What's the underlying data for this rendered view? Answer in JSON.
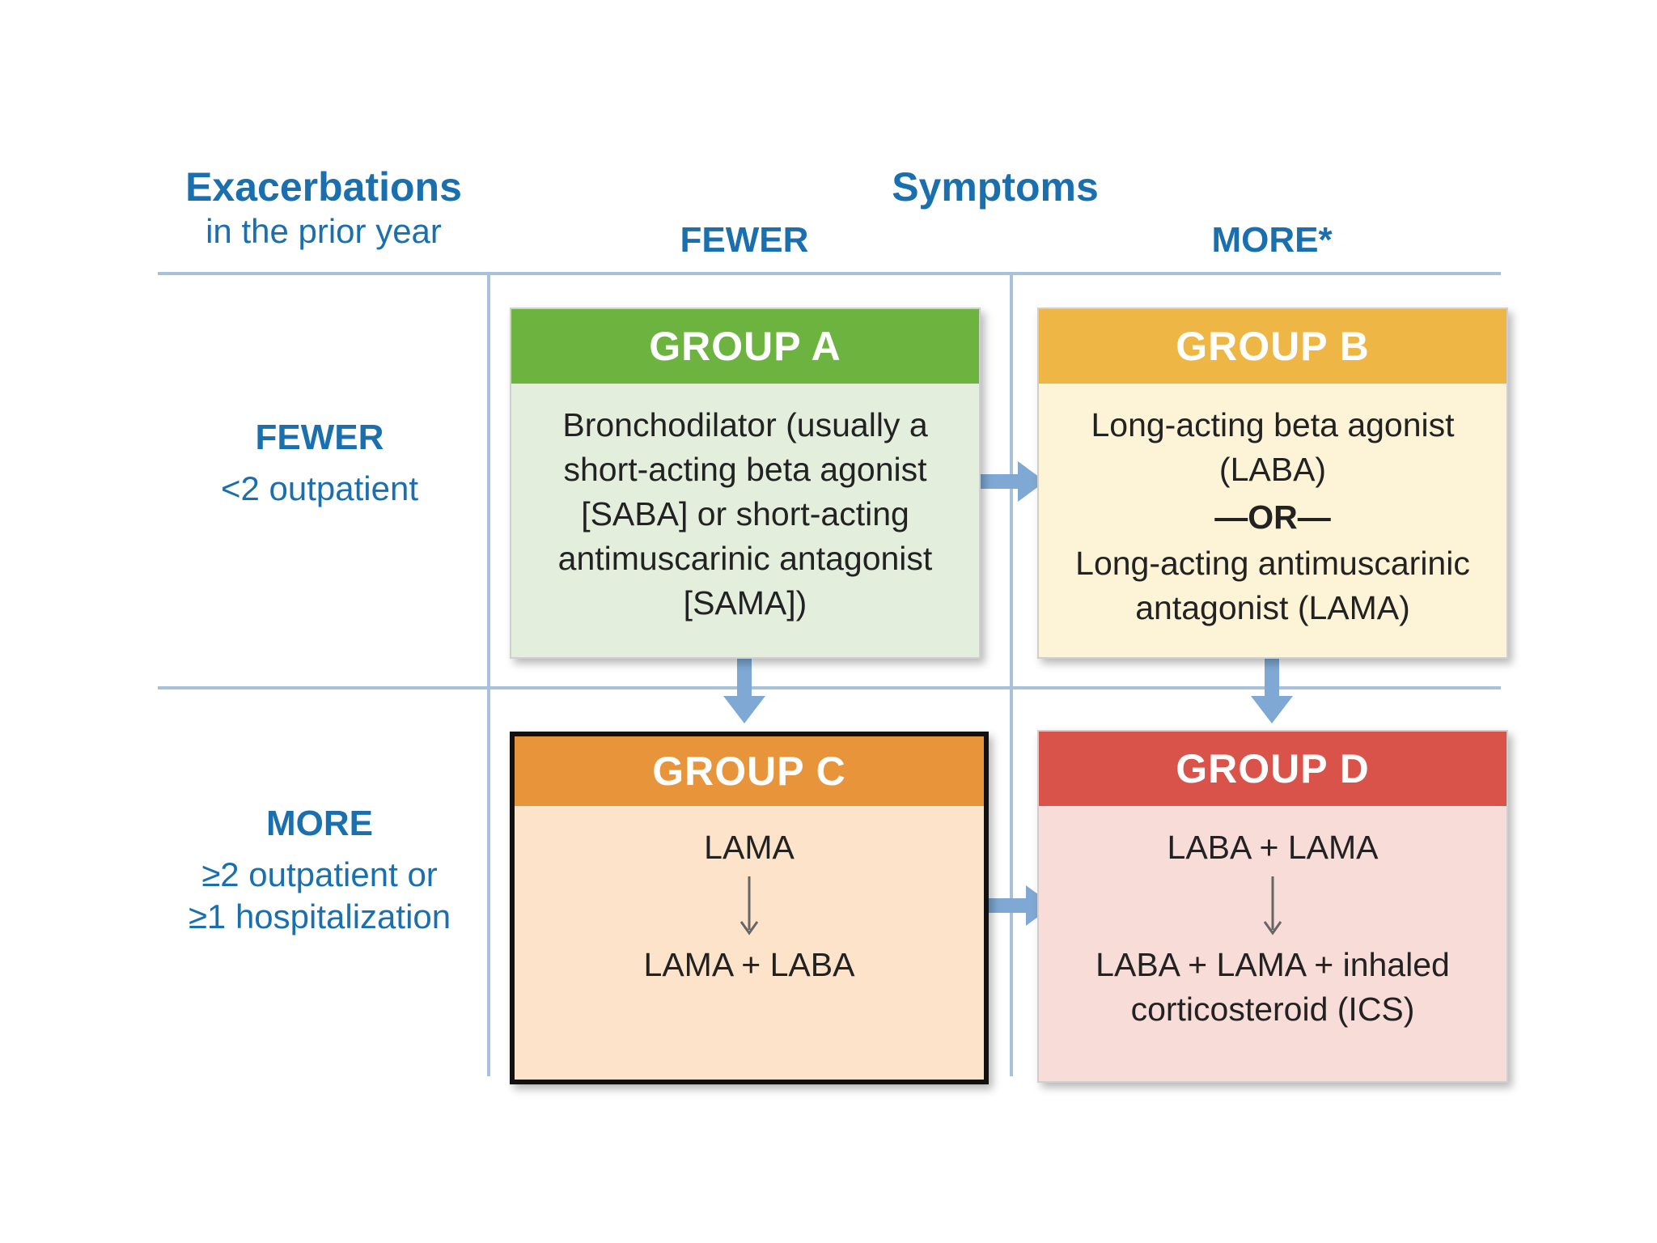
{
  "header": {
    "exacerbations_title": "Exacerbations",
    "exacerbations_sub": "in the prior year",
    "symptoms_title": "Symptoms",
    "col_fewer": "FEWER",
    "col_more": "MORE*"
  },
  "rows": {
    "fewer_label": "FEWER",
    "fewer_sub": "<2 outpatient",
    "more_label": "MORE",
    "more_sub_1": "≥2 outpatient or",
    "more_sub_2": "≥1 hospitalization"
  },
  "groups": {
    "a": {
      "title": "GROUP A",
      "lines": [
        "Bronchodilator (usually a",
        "short-acting beta agonist",
        "[SABA] or short-acting",
        "antimuscarinic antagonist",
        "[SAMA])"
      ]
    },
    "b": {
      "title": "GROUP B",
      "line1": "Long-acting beta agonist",
      "line2": "(LABA)",
      "or": "—OR—",
      "line3": "Long-acting antimuscarinic",
      "line4": "antagonist (LAMA)"
    },
    "c": {
      "title": "GROUP C",
      "step1": "LAMA",
      "step2": "LAMA + LABA"
    },
    "d": {
      "title": "GROUP D",
      "step1": "LABA + LAMA",
      "step2_line1": "LABA + LAMA + inhaled",
      "step2_line2": "corticosteroid (ICS)"
    }
  },
  "colors": {
    "group_a_head": "#6db33f",
    "group_a_body": "#e4eedc",
    "group_b_head": "#eeb745",
    "group_b_body": "#fdf3d6",
    "group_c_head": "#e8943a",
    "group_c_body": "#fde3c9",
    "group_d_head": "#d9534a",
    "group_d_body": "#f7dcd8",
    "arrow": "#7fa9d4",
    "text_blue": "#1a6fae"
  }
}
